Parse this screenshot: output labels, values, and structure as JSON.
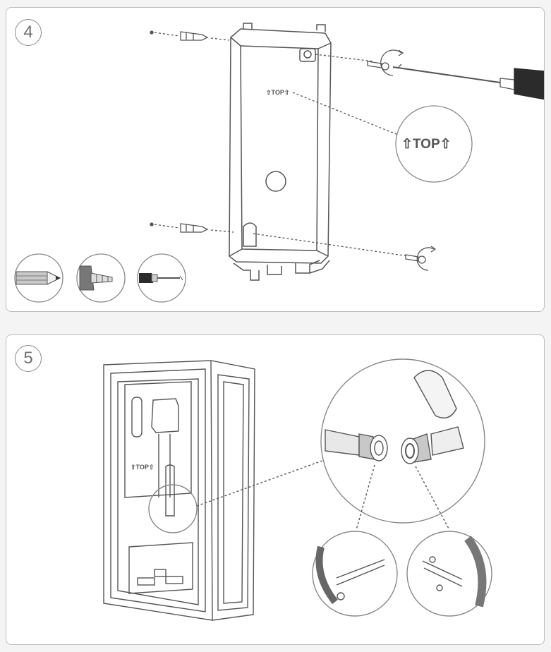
{
  "steps": [
    {
      "number": "4",
      "label_top_small": "⇧TOP⇧",
      "label_top_large": "⇧TOP⇧"
    },
    {
      "number": "5",
      "label_top_small": "⇧TOP⇧"
    }
  ],
  "colors": {
    "line": "#555555",
    "panel_border": "#bdbdbd",
    "dark": "#2b2b2b"
  },
  "icons": [
    "pencil-icon",
    "wall-plug-screw-icon",
    "screwdriver-icon"
  ]
}
